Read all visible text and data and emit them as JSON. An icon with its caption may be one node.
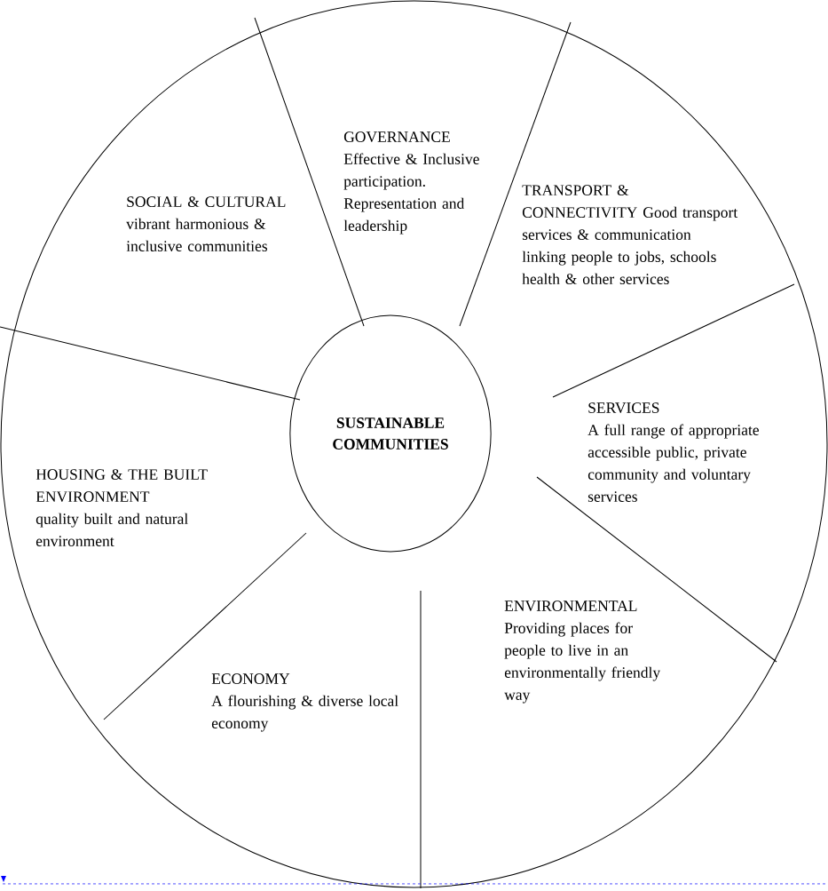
{
  "diagram": {
    "nodes": [
      {
        "text": [
          "SUSTAINABLE COMMUNITIES"
        ]
      },
      {
        "text": [
          "GOVERNANCE",
          "Effective & Inclusive participation. Representation and leadership"
        ]
      },
      {
        "text": [
          "SOCIAL & CULTURAL",
          "vibrant harmonious & inclusive communities"
        ]
      },
      {
        "text": [
          "TRANSPORT & CONNECTIVITY",
          "Good transport services & communication linking people to jobs, schools health & other services"
        ]
      },
      {
        "text": [
          "SERVICES",
          "A full range of appropriate accessible public, private community and voluntary services"
        ]
      },
      {
        "text": [
          "HOUSING & THE BUILT ENVIRONMENT",
          "quality built and natural environment"
        ]
      },
      {
        "text": [
          "ENVIRONMENTAL",
          "Providing places for people to live in an environmentally friendly way"
        ]
      },
      {
        "text": [
          "ECONOMY",
          "A flourishing & diverse local economy"
        ]
      }
    ]
  }
}
